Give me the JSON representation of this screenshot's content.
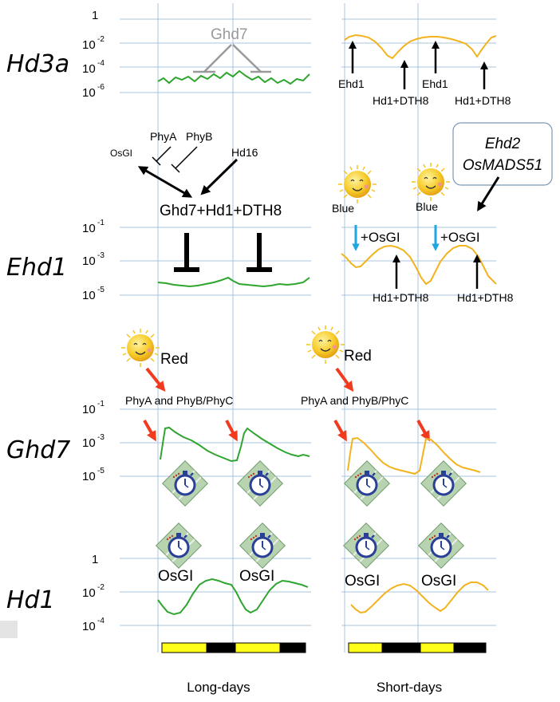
{
  "genes": [
    "Hd3a",
    "Ehd1",
    "Ghd7",
    "Hd1"
  ],
  "ticks": {
    "hd3a": [
      "1",
      "10",
      "-2",
      "10",
      "-4",
      "10",
      "-6"
    ],
    "ehd1": [
      "10",
      "-1",
      "10",
      "-3",
      "10",
      "-5"
    ],
    "ghd7": [
      "10",
      "-1",
      "10",
      "-3",
      "10",
      "-5"
    ],
    "hd1": [
      "1",
      "10",
      "-2",
      "10",
      "-4"
    ]
  },
  "labels": {
    "ghd7_gray": "Ghd7",
    "ehd1": "Ehd1",
    "hd1_dth8": "Hd1+DTH8",
    "phya": "PhyA",
    "phyb": "PhyB",
    "osgi_small": "OsGI",
    "hd16": "Hd16",
    "complex": "Ghd7+Hd1+DTH8",
    "ehd2": "Ehd2",
    "osmads51": "OsMADS51",
    "blue": "Blue",
    "plus_osgi": "+OsGI",
    "red": "Red",
    "phy_combo": "PhyA and PhyB/PhyC",
    "osgi": "OsGI"
  },
  "footer": {
    "long_days": "Long-days",
    "short_days": "Short-days"
  },
  "colors": {
    "long_day_curve": "#2ea52e",
    "short_day_curve": "#f2b31f",
    "red_arrow": "#f23a1f",
    "blue_arrow": "#1ea6e0",
    "gray": "#9a9a9a",
    "light_bar": "#ffff1a",
    "dark_bar": "#000000"
  },
  "icons": [
    "sun-icon",
    "stopwatch-icon"
  ]
}
